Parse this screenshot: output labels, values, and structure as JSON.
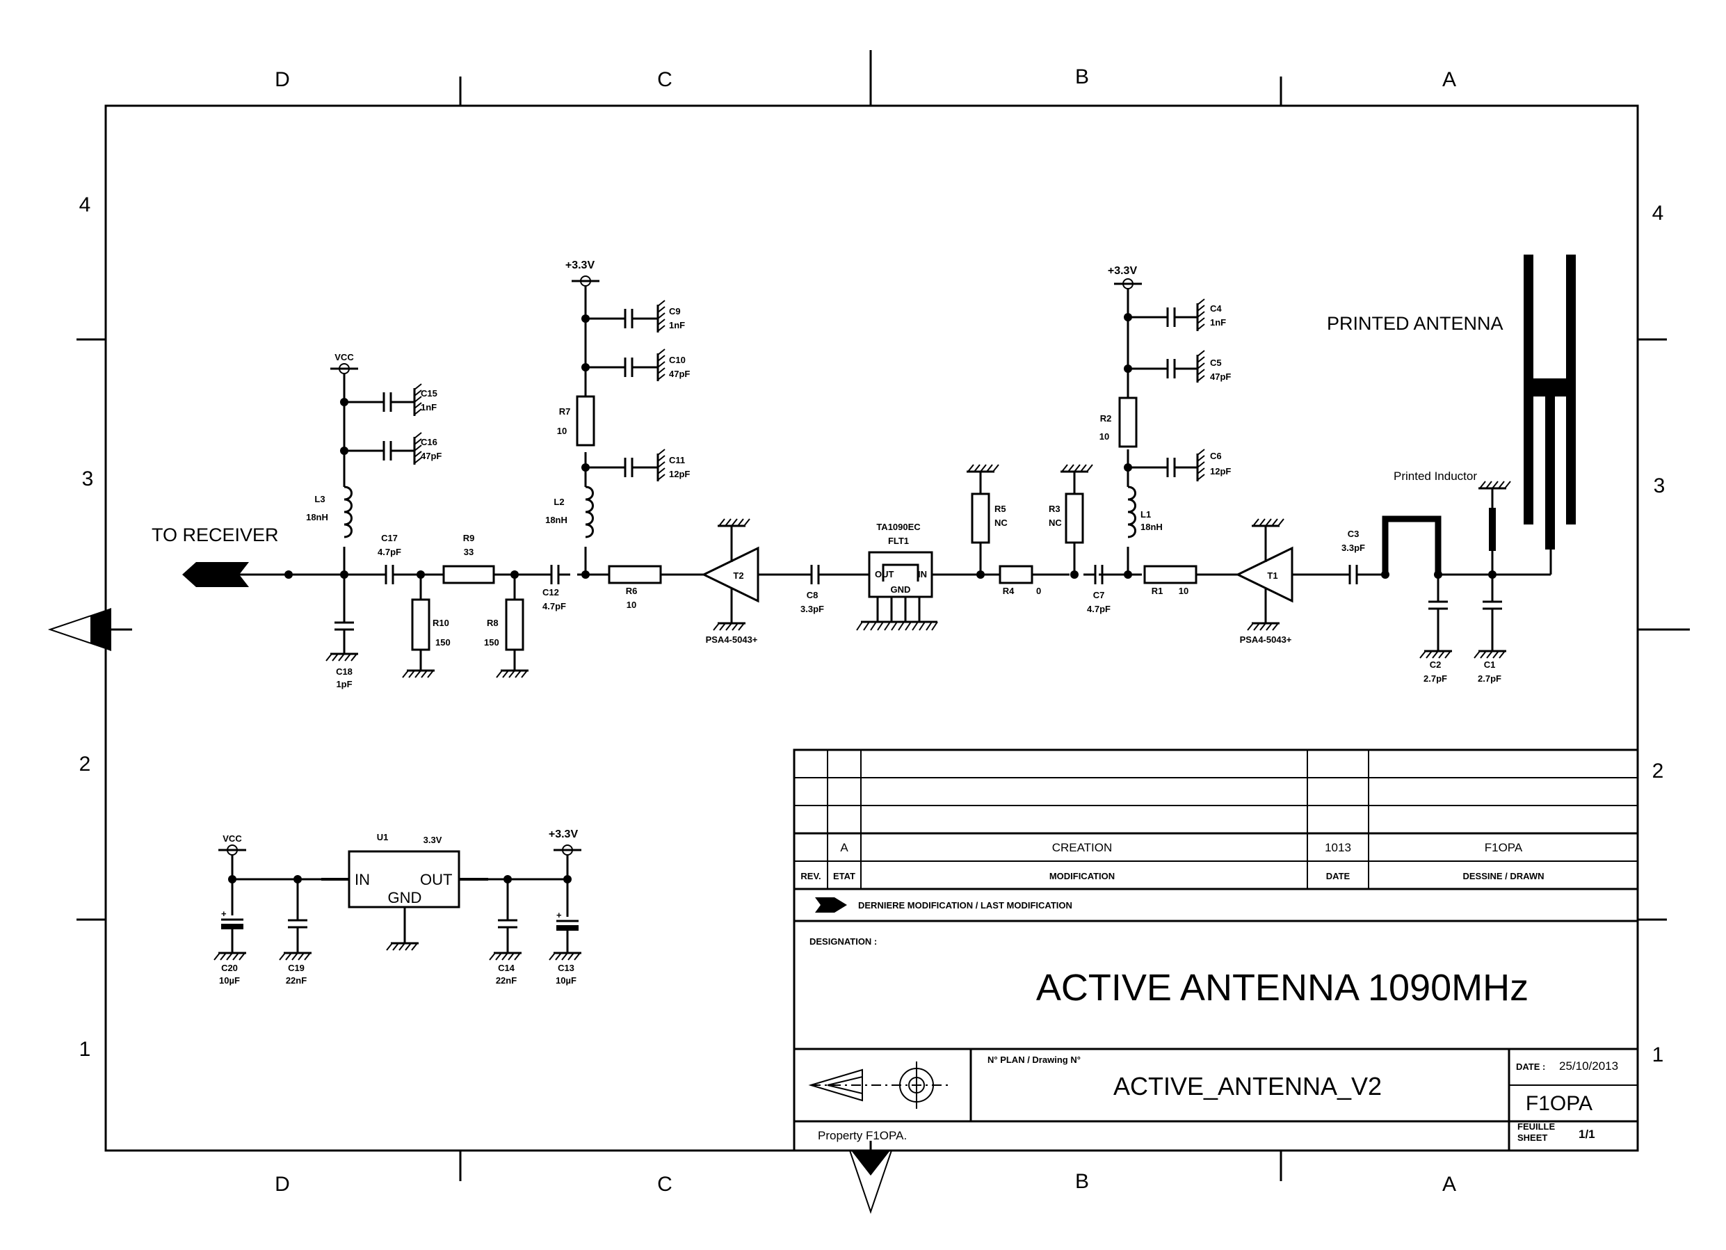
{
  "frame": {
    "columns_top": [
      "D",
      "C",
      "B",
      "A"
    ],
    "columns_bottom": [
      "D",
      "C",
      "B",
      "A"
    ],
    "rows_left": [
      "4",
      "3",
      "2",
      "1"
    ],
    "rows_right": [
      "4",
      "3",
      "2",
      "1"
    ]
  },
  "labels": {
    "to_receiver": "TO RECEIVER",
    "printed_antenna": "PRINTED ANTENNA",
    "printed_inductor": "Printed Inductor",
    "vcc_l3": "VCC",
    "v33_left": "+3.3V",
    "v33_right": "+3.3V",
    "vcc_reg": "VCC",
    "v33_reg": "+3.3V"
  },
  "components": {
    "C15": {
      "ref": "C15",
      "value": "1nF"
    },
    "C16": {
      "ref": "C16",
      "value": "47pF"
    },
    "L3": {
      "ref": "L3",
      "value": "18nH"
    },
    "C17": {
      "ref": "C17",
      "value": "4.7pF"
    },
    "R9": {
      "ref": "R9",
      "value": "33"
    },
    "R10": {
      "ref": "R10",
      "value": "150"
    },
    "R8": {
      "ref": "R8",
      "value": "150"
    },
    "C18": {
      "ref": "C18",
      "value": "1pF"
    },
    "C12": {
      "ref": "C12",
      "value": "4.7pF"
    },
    "C9": {
      "ref": "C9",
      "value": "1nF"
    },
    "C10": {
      "ref": "C10",
      "value": "47pF"
    },
    "R7": {
      "ref": "R7",
      "value": "10"
    },
    "C11": {
      "ref": "C11",
      "value": "12pF"
    },
    "L2": {
      "ref": "L2",
      "value": "18nH"
    },
    "R6": {
      "ref": "R6",
      "value": "10"
    },
    "T2": {
      "ref": "T2",
      "value": "PSA4-5043+"
    },
    "C8": {
      "ref": "C8",
      "value": "3.3pF"
    },
    "FLT1": {
      "ref": "FLT1",
      "value": "TA1090EC",
      "pin_out": "OUT",
      "pin_in": "IN",
      "pin_gnd": "GND"
    },
    "R5": {
      "ref": "R5",
      "value": "NC"
    },
    "R4": {
      "ref": "R4",
      "value": "0"
    },
    "R3": {
      "ref": "R3",
      "value": "NC"
    },
    "C7": {
      "ref": "C7",
      "value": "4.7pF"
    },
    "C4": {
      "ref": "C4",
      "value": "1nF"
    },
    "C5": {
      "ref": "C5",
      "value": "47pF"
    },
    "R2": {
      "ref": "R2",
      "value": "10"
    },
    "C6": {
      "ref": "C6",
      "value": "12pF"
    },
    "L1": {
      "ref": "L1",
      "value": "18nH"
    },
    "R1": {
      "ref": "R1",
      "value": "10"
    },
    "T1": {
      "ref": "T1",
      "value": "PSA4-5043+"
    },
    "C3": {
      "ref": "C3",
      "value": "3.3pF"
    },
    "C2": {
      "ref": "C2",
      "value": "2.7pF"
    },
    "C1": {
      "ref": "C1",
      "value": "2.7pF"
    },
    "U1": {
      "ref": "U1",
      "value": "3.3V",
      "pin_in": "IN",
      "pin_out": "OUT",
      "pin_gnd": "GND"
    },
    "C20": {
      "ref": "C20",
      "value": "10µF"
    },
    "C19": {
      "ref": "C19",
      "value": "22nF"
    },
    "C14": {
      "ref": "C14",
      "value": "22nF"
    },
    "C13": {
      "ref": "C13",
      "value": "10µF"
    }
  },
  "title_block": {
    "rev": "A",
    "creation": "CREATION",
    "date_code": "1013",
    "author": "F1OPA",
    "hdr_rev": "REV.",
    "hdr_etat": "ETAT",
    "hdr_modification": "MODIFICATION",
    "hdr_date": "DATE",
    "hdr_drawn": "DESSINE  /  DRAWN",
    "last_mod": "DERNIERE MODIFICATION  /  LAST MODIFICATION",
    "designation_label": "DESIGNATION :",
    "title": "ACTIVE ANTENNA 1090MHz",
    "drawing_no_label": "N°  PLAN  /  Drawing N°",
    "drawing_no": "ACTIVE_ANTENNA_V2",
    "date_label": "DATE :",
    "date": "25/10/2013",
    "company": "F1OPA",
    "property": "Property F1OPA.",
    "sheet_label_1": "FEUILLE",
    "sheet_label_2": "SHEET",
    "sheet": "1/1"
  }
}
